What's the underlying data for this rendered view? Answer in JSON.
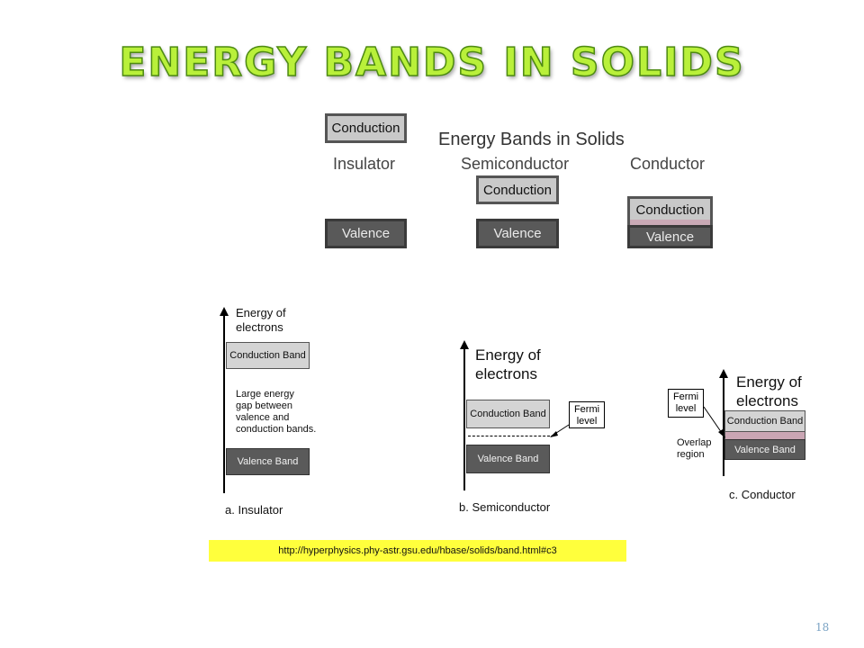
{
  "slide": {
    "title": "ENERGY BANDS IN SOLIDS",
    "page_number": "18",
    "source_url": "http://hyperphysics.phy-astr.gsu.edu/hbase/solids/band.html#c3"
  },
  "summary": {
    "heading": "Energy Bands in Solids",
    "insulator": {
      "label": "Insulator",
      "conduction": "Conduction",
      "valence": "Valence"
    },
    "semiconductor": {
      "label": "Semiconductor",
      "conduction": "Conduction",
      "valence": "Valence"
    },
    "conductor": {
      "label": "Conductor",
      "conduction": "Conduction",
      "valence": "Valence"
    }
  },
  "detail": {
    "insulator": {
      "axis_label_1": "Energy of",
      "axis_label_2": "electrons",
      "conduction_band": "Conduction Band",
      "valence_band": "Valence Band",
      "gap_note_1": "Large energy",
      "gap_note_2": "gap between",
      "gap_note_3": "valence and",
      "gap_note_4": "conduction bands.",
      "caption": "a. Insulator"
    },
    "semiconductor": {
      "axis_label_1": "Energy of",
      "axis_label_2": "electrons",
      "conduction_band": "Conduction Band",
      "valence_band": "Valence Band",
      "fermi_1": "Fermi",
      "fermi_2": "level",
      "caption": "b. Semiconductor"
    },
    "conductor": {
      "axis_label_1": "Energy of",
      "axis_label_2": "electrons",
      "conduction_band": "Conduction Band",
      "valence_band": "Valence Band",
      "fermi_1": "Fermi",
      "fermi_2": "level",
      "overlap_1": "Overlap",
      "overlap_2": "region",
      "caption": "c. Conductor"
    }
  }
}
